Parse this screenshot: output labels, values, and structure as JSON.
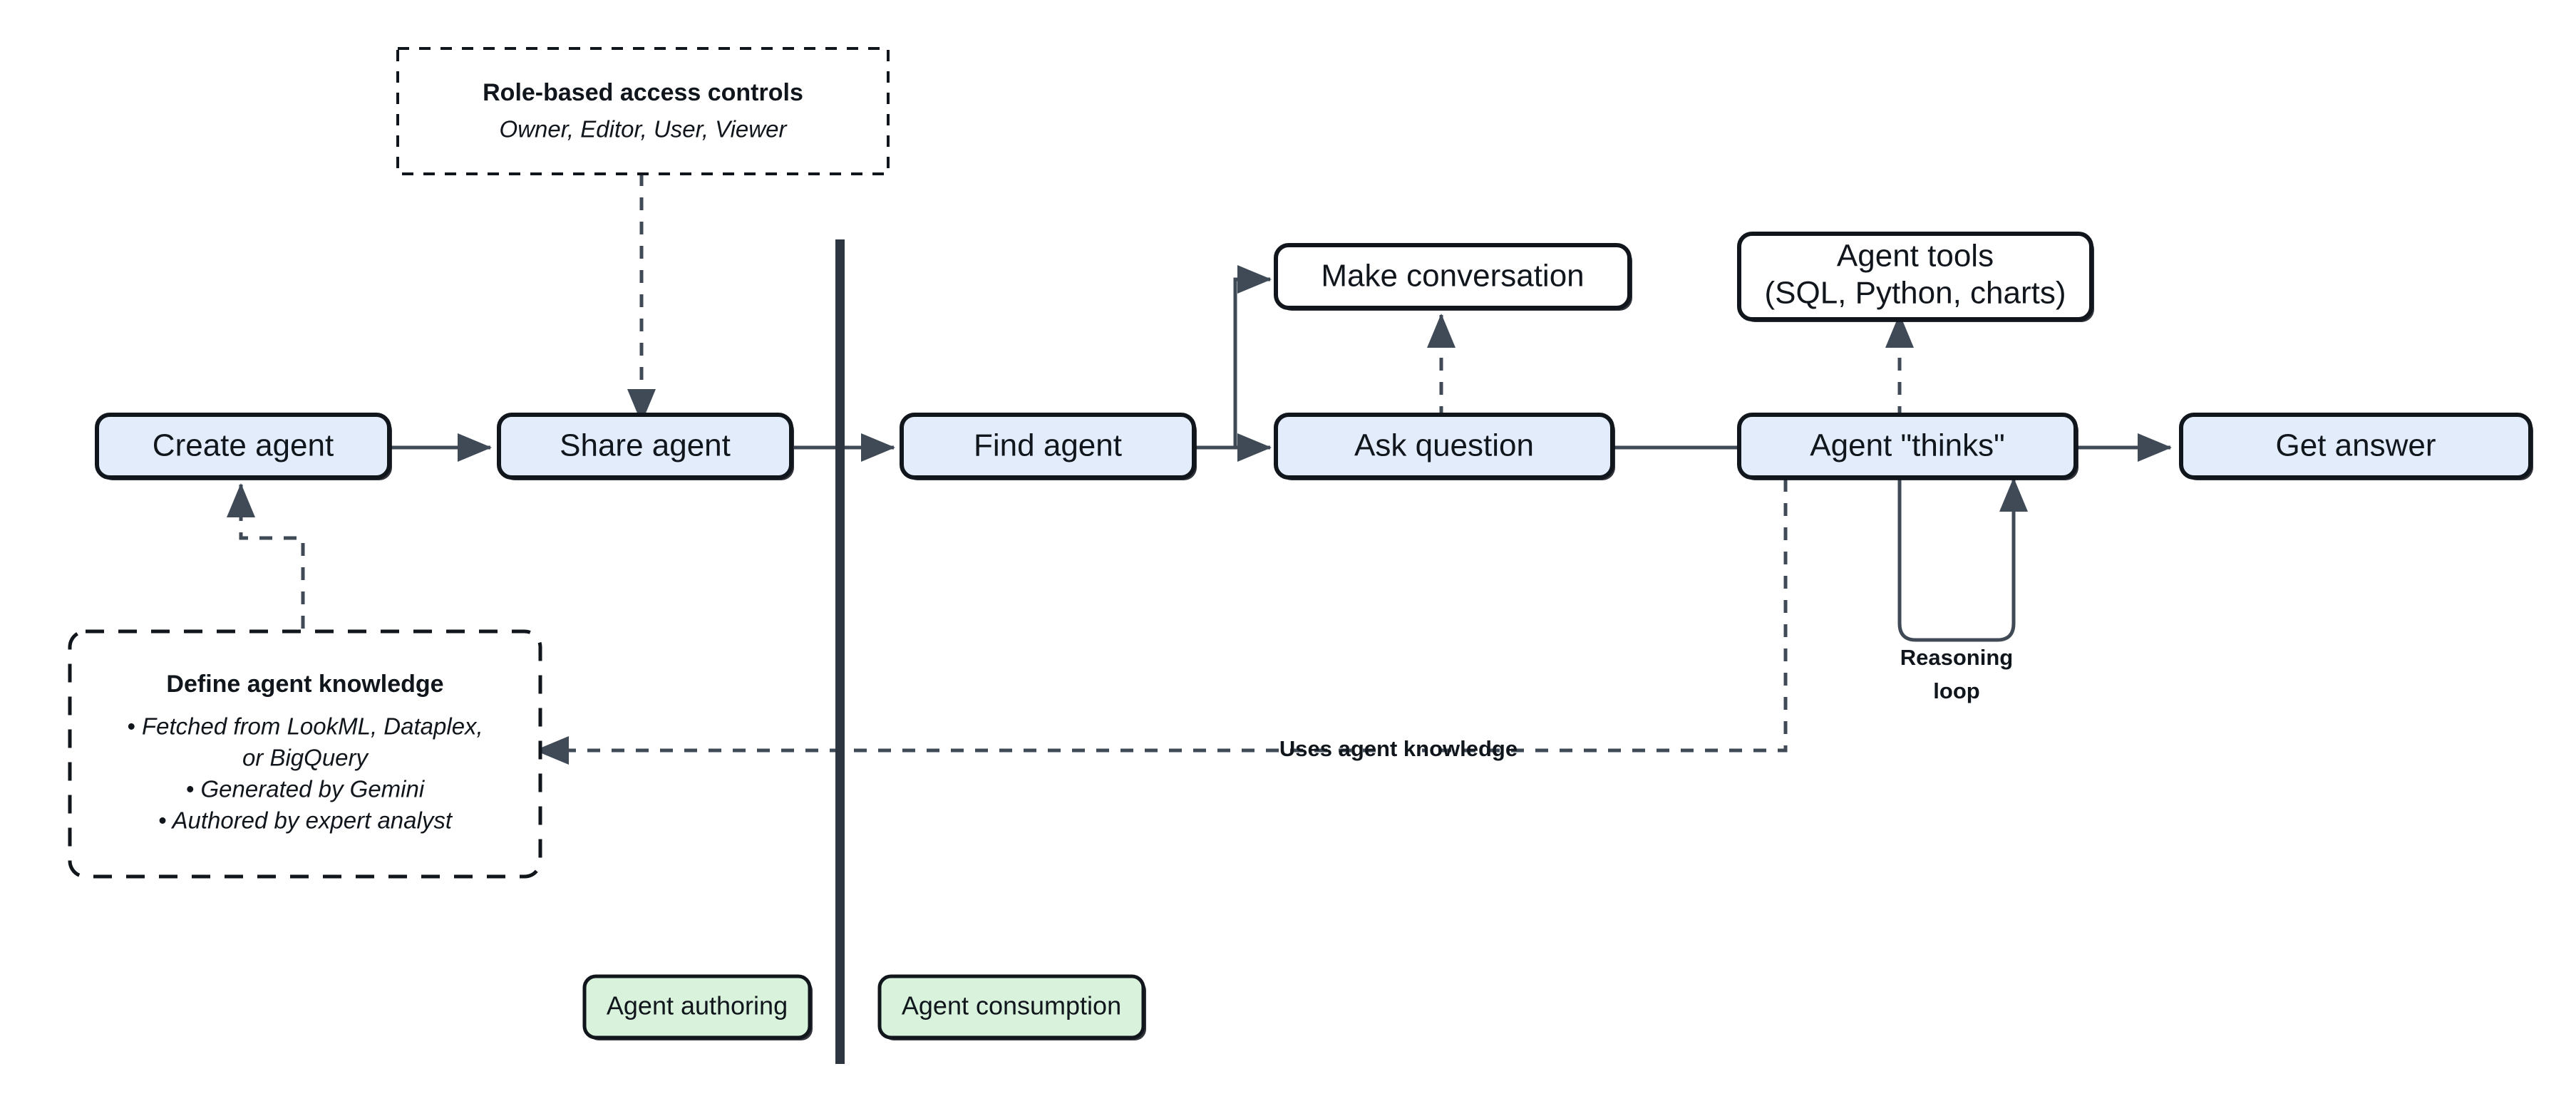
{
  "diagram": {
    "title": "Agent authoring and consumption flow",
    "colors": {
      "process_fill": "#e3ecfb",
      "plain_fill": "#ffffff",
      "legend_fill": "#d9f2dc",
      "stroke": "#10161c",
      "divider": "#2d3640",
      "connector": "#3f4a56",
      "text": "#10161c"
    },
    "divider": {
      "name": "phase-divider"
    },
    "nodes": {
      "create_agent": "Create agent",
      "share_agent": "Share agent",
      "find_agent": "Find agent",
      "make_conversation": "Make conversation",
      "ask_question": "Ask question",
      "agent_tools_line1": "Agent tools",
      "agent_tools_line2": "(SQL, Python, charts)",
      "agent_thinks": "Agent \"thinks\"",
      "get_answer": "Get answer"
    },
    "annotations": {
      "rbac": {
        "title": "Role-based access controls",
        "subtitle": "Owner, Editor, User, Viewer"
      },
      "knowledge": {
        "title": "Define agent knowledge",
        "bullets": [
          "• Fetched from LookML, Dataplex,",
          "or BigQuery",
          "• Generated by Gemini",
          "• Authored by expert analyst"
        ]
      }
    },
    "edge_labels": {
      "uses_agent_knowledge": "Uses agent knowledge",
      "reasoning_loop_line1": "Reasoning",
      "reasoning_loop_line2": "loop"
    },
    "legend": {
      "authoring": "Agent authoring",
      "consumption": "Agent consumption"
    }
  }
}
